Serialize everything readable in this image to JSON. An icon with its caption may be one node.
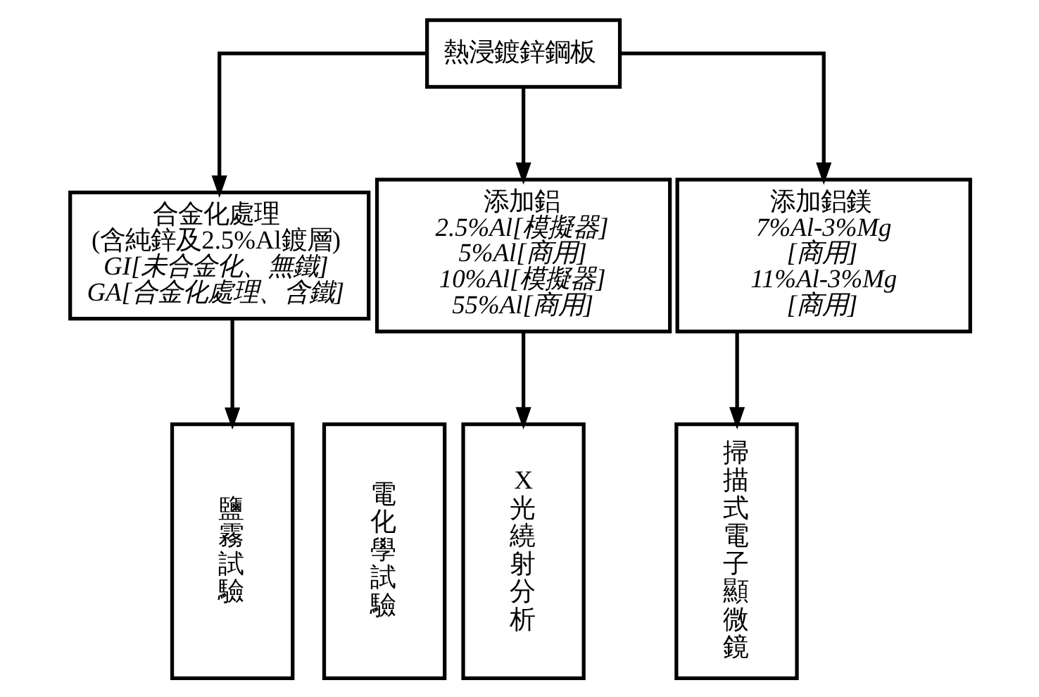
{
  "diagram": {
    "nodes": [
      {
        "text": [
          "熱浸鍍鋅鋼板"
        ]
      },
      {
        "text": [
          "合金化處理",
          "(含純鋅及2.5%Al鍍層)",
          "GI[未合金化、無鐵]",
          "GA[合金化處理、含鐵]"
        ]
      },
      {
        "text": [
          "添加鋁",
          "2.5%Al[模擬器]",
          "5%Al[商用]",
          "10%Al[模擬器]",
          "55%Al[商用]"
        ]
      },
      {
        "text": [
          "添加鋁鎂",
          "7%Al-3%Mg",
          "[商用]",
          "11%Al-3%Mg",
          "[商用]"
        ]
      },
      {
        "text": [
          "鹽霧試驗"
        ]
      },
      {
        "text": [
          "電化學試驗"
        ]
      },
      {
        "text": [
          "X光繞射分析"
        ]
      },
      {
        "text": [
          "掃描式電子顯微鏡"
        ]
      }
    ],
    "edges": [
      {
        "from": 0,
        "to": 1,
        "arrow": "to"
      },
      {
        "from": 0,
        "to": 2,
        "arrow": "to"
      },
      {
        "from": 0,
        "to": 3,
        "arrow": "to"
      },
      {
        "from": 1,
        "to": 4,
        "arrow": "to"
      },
      {
        "from": 2,
        "to": 6,
        "arrow": "to"
      },
      {
        "from": 3,
        "to": 7,
        "arrow": "to"
      }
    ]
  }
}
